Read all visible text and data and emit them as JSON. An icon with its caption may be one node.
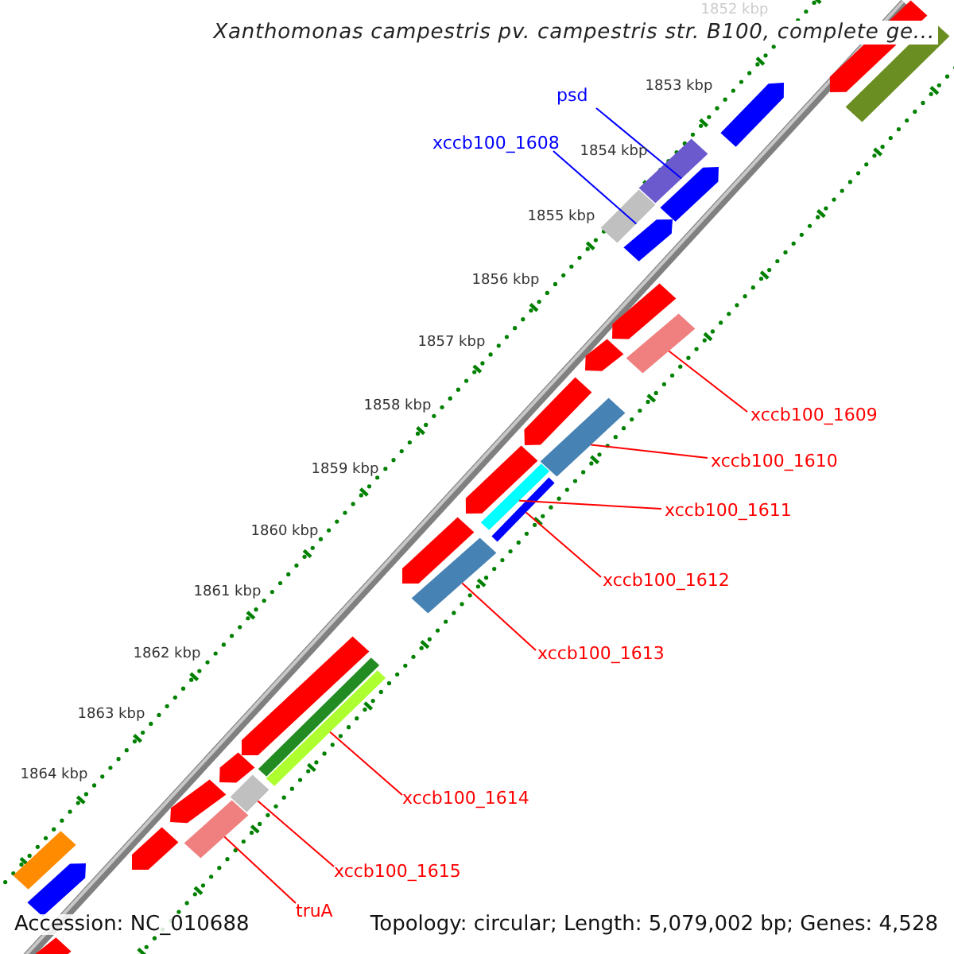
{
  "diagram": {
    "title": "Xanthomonas campestris pv. campestris str. B100, complete ge...",
    "nodes": [
      {
        "text": [
          "psd"
        ]
      },
      {
        "text": [
          "xccb100_1608"
        ]
      },
      {
        "text": [
          "xccb100_1609"
        ]
      },
      {
        "text": [
          "xccb100_1610"
        ]
      },
      {
        "text": [
          "xccb100_1611"
        ]
      },
      {
        "text": [
          "xccb100_1612"
        ]
      },
      {
        "text": [
          "xccb100_1613"
        ]
      },
      {
        "text": [
          "xccb100_1614"
        ]
      },
      {
        "text": [
          "xccb100_1615"
        ]
      },
      {
        "text": [
          "truA"
        ]
      },
      {
        "text": [],
        "shape": "bar"
      },
      {
        "text": [],
        "shape": "bar"
      },
      {
        "text": [],
        "shape": "bar"
      },
      {
        "text": [],
        "shape": "bar"
      },
      {
        "text": [],
        "shape": "bar"
      },
      {
        "text": [],
        "shape": "bar"
      },
      {
        "text": [],
        "shape": "bar"
      },
      {
        "text": [],
        "shape": "bar"
      },
      {
        "text": [],
        "shape": "bar"
      },
      {
        "text": [],
        "shape": "bar"
      },
      {
        "text": [],
        "shape": "pentagon"
      },
      {
        "text": [],
        "shape": "bar"
      },
      {
        "text": [],
        "shape": "pentagon"
      },
      {
        "text": [],
        "shape": "pentagon"
      },
      {
        "text": [],
        "shape": "pentagon"
      },
      {
        "text": [],
        "shape": "pentagon"
      },
      {
        "text": [],
        "shape": "pentagon"
      },
      {
        "text": [],
        "shape": "pentagon"
      },
      {
        "text": [],
        "shape": "pentagon"
      },
      {
        "text": [],
        "shape": "pentagon"
      },
      {
        "text": [],
        "shape": "pentagon"
      },
      {
        "text": [],
        "shape": "bar"
      },
      {
        "text": [],
        "shape": "pentagon"
      },
      {
        "text": [],
        "shape": "pentagon"
      },
      {
        "text": [],
        "shape": "pentagon"
      },
      {
        "text": [],
        "shape": "bar"
      },
      {
        "text": [],
        "shape": "pentagon"
      },
      {
        "text": [],
        "shape": "pentagon"
      }
    ],
    "edges": [
      {
        "from": 0,
        "to": 10,
        "arrow": "none",
        "color": "#0000ff"
      },
      {
        "from": 1,
        "to": 11,
        "arrow": "none",
        "color": "#0000ff"
      },
      {
        "from": 2,
        "to": 12,
        "arrow": "none"
      },
      {
        "from": 3,
        "to": 13,
        "arrow": "none"
      },
      {
        "from": 4,
        "to": 14,
        "arrow": "none"
      },
      {
        "from": 5,
        "to": 15,
        "arrow": "none"
      },
      {
        "from": 6,
        "to": 16,
        "arrow": "none"
      },
      {
        "from": 7,
        "to": 17,
        "arrow": "none"
      },
      {
        "from": 8,
        "to": 18,
        "arrow": "none"
      },
      {
        "from": 9,
        "to": 19,
        "arrow": "none"
      }
    ],
    "labels": [
      "1852 kbp",
      "1853 kbp",
      "1854 kbp",
      "1855 kbp",
      "1856 kbp",
      "1857 kbp",
      "1858 kbp",
      "1859 kbp",
      "1860 kbp",
      "1861 kbp",
      "1862 kbp",
      "1863 kbp",
      "1864 kbp",
      "Accession: NC_010688",
      "Topology: circular; Length: 5,079,002 bp; Genes: 4,528"
    ]
  }
}
